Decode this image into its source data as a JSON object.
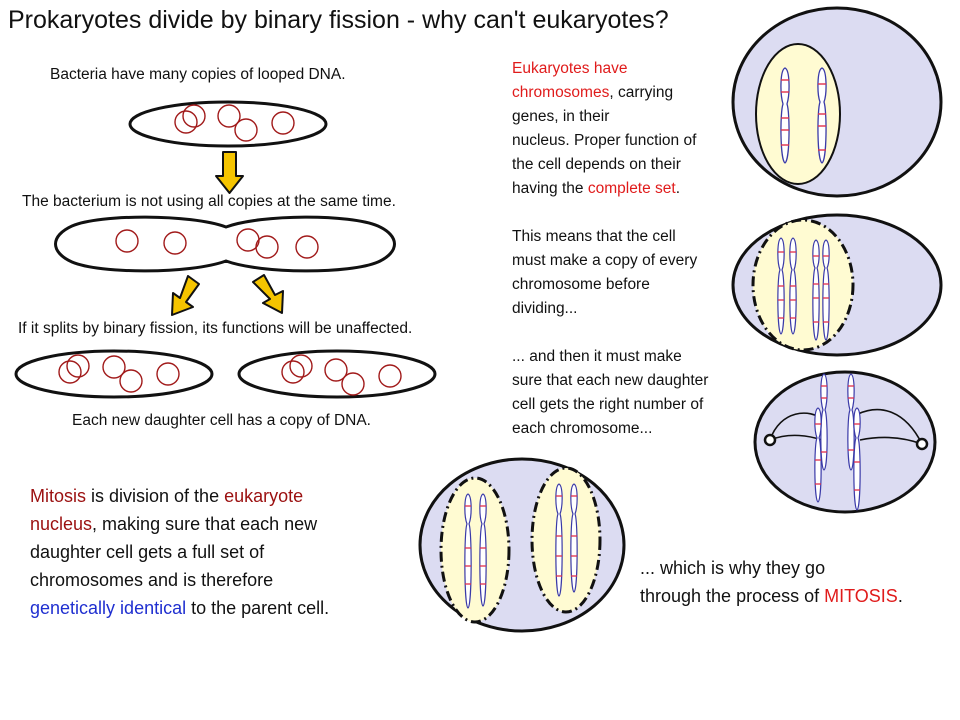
{
  "title": "Prokaryotes divide by binary fission - why can't eukaryotes?",
  "captions": {
    "looped_dna": "Bacteria have many copies of looped DNA.",
    "not_using": "The bacterium is not using all copies at the same time.",
    "binary_fission": "If it splits by binary fission, its functions will be unaffected.",
    "daughter_copy": "Each new daughter cell has a copy of DNA."
  },
  "eukaryote_text": {
    "p1_red1": "Eukaryotes have",
    "p1_red2": "chromosomes",
    "p1_l2_rest": ", carrying",
    "p1_l3": "genes, in their",
    "p1_l4": "nucleus. Proper function of",
    "p1_l5": "the cell depends on their",
    "p1_l6_pre": "having the ",
    "p1_l6_red": "complete set",
    "p1_l6_post": ".",
    "p2_l1": "This means that the cell",
    "p2_l2": "must make a copy of every",
    "p2_l3": "chromosome before",
    "p2_l4": "dividing...",
    "p3_l1": "... and then it must make",
    "p3_l2": "sure that each new daughter",
    "p3_l3": "cell gets the right number of",
    "p3_l4": "each chromosome..."
  },
  "mitosis_text": {
    "l1_red": "Mitosis",
    "l1_mid": " is division of the ",
    "l1_red2": "eukaryote",
    "l2_red": "nucleus",
    "l2_rest": ", making sure that each new",
    "l3": "daughter cell gets a full set of",
    "l4": "chromosomes and is therefore",
    "l5_blue": "genetically identical",
    "l5_rest": " to the parent cell."
  },
  "conclusion": {
    "l1": "... which is why they go",
    "l2_pre": "through the process of ",
    "l2_red": "MITOSIS",
    "l2_post": "."
  },
  "colors": {
    "cell_fill": "#dcdcf2",
    "nucleus_fill": "#fffbd2",
    "dna_loop": "#a11a1a",
    "arrow_fill": "#f5c400",
    "chromosome_line": "#3a3aa8",
    "chromosome_band": "#e0304a"
  }
}
